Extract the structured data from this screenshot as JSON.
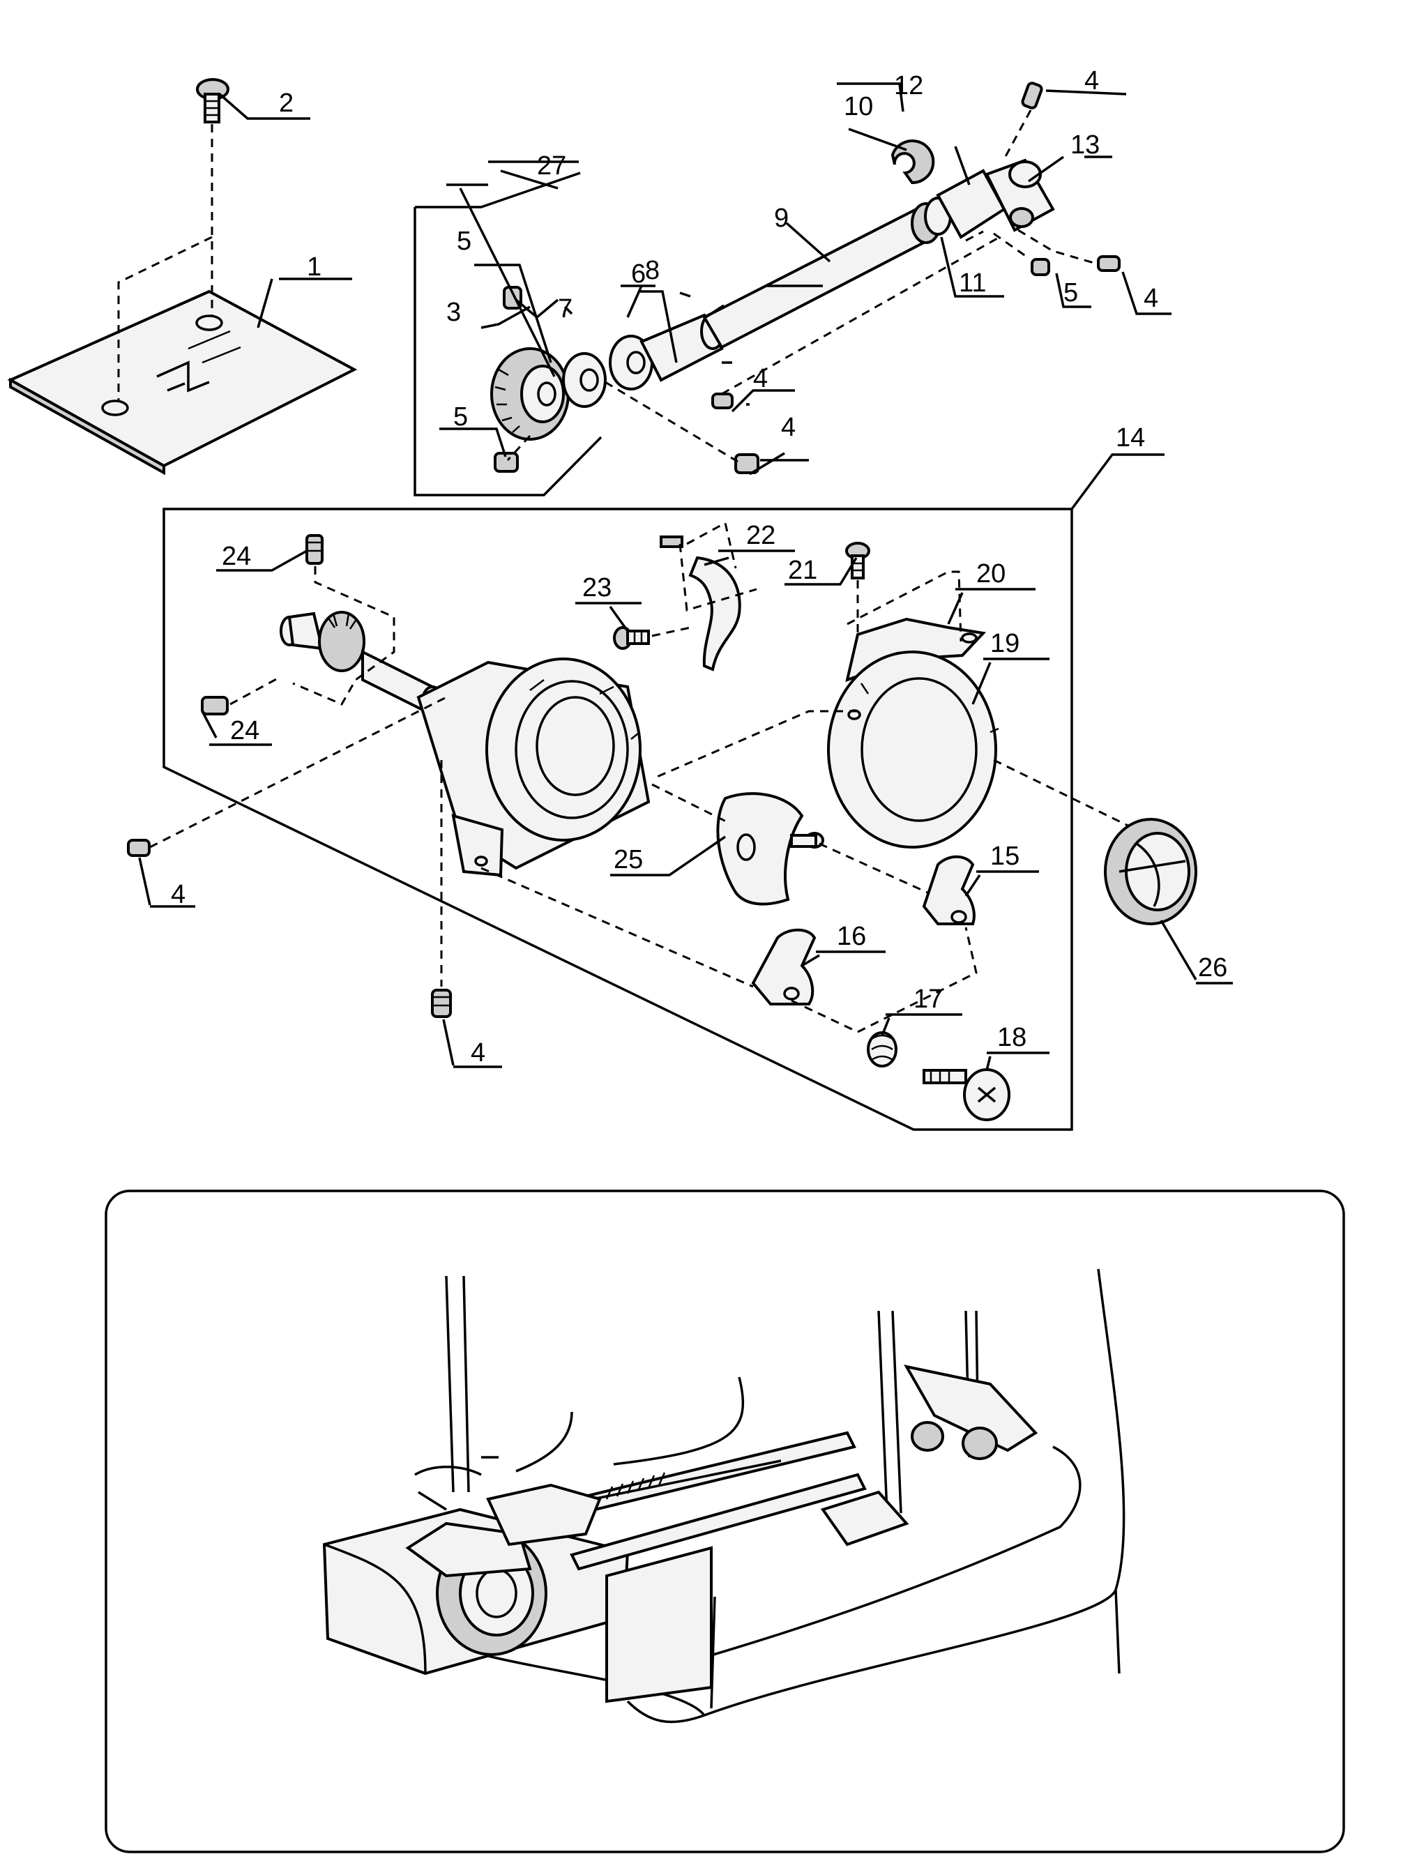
{
  "labels": {
    "p1": "1",
    "p2": "2",
    "p3": "3",
    "p4a": "4",
    "p4b": "4",
    "p4c": "4",
    "p4d": "4",
    "p4e": "4",
    "p4f": "4",
    "p5a": "5",
    "p5b": "5",
    "p5c": "5",
    "p6": "6",
    "p7": "7",
    "p8": "8",
    "p9": "9",
    "p10": "10",
    "p11": "11",
    "p12": "12",
    "p13": "13",
    "p14": "14",
    "p15": "15",
    "p16": "16",
    "p17": "17",
    "p18": "18",
    "p19": "19",
    "p20": "20",
    "p21": "21",
    "p22": "22",
    "p23": "23",
    "p24a": "24",
    "p24b": "24",
    "p25": "25",
    "p26": "26",
    "p27": "27"
  },
  "colors": {
    "ink": "#000000",
    "paper": "#ffffff",
    "part_fill": "#f3f3f3",
    "shade": "#cfcfcf"
  }
}
